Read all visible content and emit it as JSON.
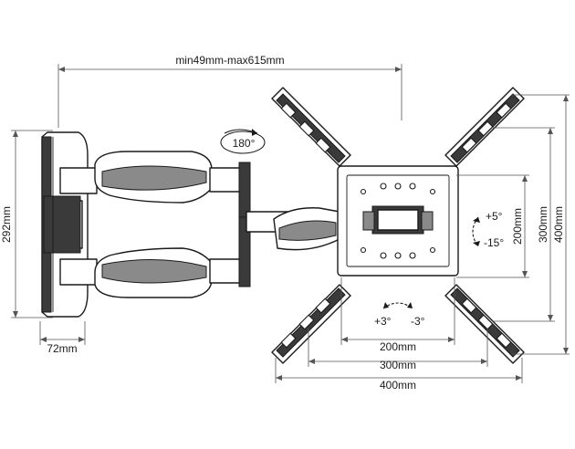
{
  "labels": {
    "top_span": "min49mm-max615mm",
    "rotation": "180°",
    "left_height": "292mm",
    "bottom_depth": "72mm",
    "tilt_up": "+5°",
    "tilt_down": "-15°",
    "swivel_left": "+3°",
    "swivel_right": "-3°",
    "v200": "200mm",
    "v300": "300mm",
    "v400": "400mm",
    "h200": "200mm",
    "h300": "300mm",
    "h400": "400mm"
  },
  "colors": {
    "ink": "#1a1a1a",
    "dark_fill": "#3a3a3a",
    "mid_fill": "#8a8a8a"
  }
}
